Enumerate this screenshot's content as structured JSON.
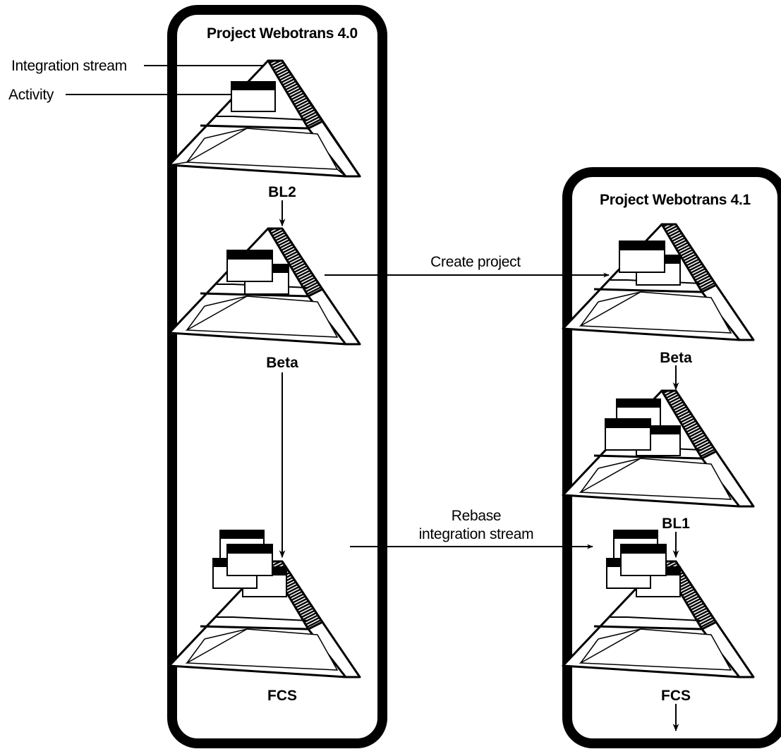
{
  "projects": [
    {
      "title": "Project Webotrans 4.0"
    },
    {
      "title": "Project Webotrans 4.1"
    }
  ],
  "callouts": {
    "integration_stream": "Integration stream",
    "activity": "Activity"
  },
  "baselines": {
    "p1": [
      "BL2",
      "Beta",
      "FCS"
    ],
    "p2": [
      "Beta",
      "BL1",
      "FCS"
    ]
  },
  "transitions": {
    "create_project": "Create project",
    "rebase_line1": "Rebase",
    "rebase_line2": "integration stream"
  },
  "colors": {
    "frame": "#000000",
    "background": "#ffffff"
  }
}
